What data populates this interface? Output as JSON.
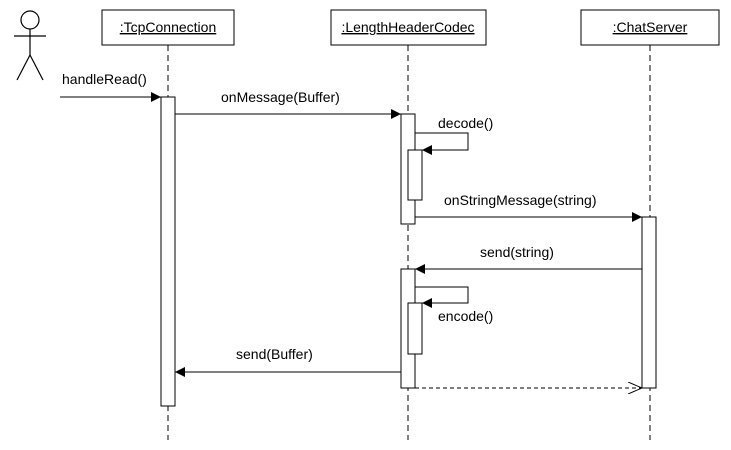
{
  "participants": {
    "actor": {
      "icon": "stick-figure-icon"
    },
    "tcp": ":TcpConnection",
    "codec": ":LengthHeaderCodec",
    "server": ":ChatServer"
  },
  "messages": {
    "handle_read": "handleRead()",
    "on_message": "onMessage(Buffer)",
    "decode": "decode()",
    "on_string_message": "onStringMessage(string)",
    "send_string": "send(string)",
    "encode": "encode()",
    "send_buffer": "send(Buffer)"
  },
  "colors": {
    "line": "#000000",
    "background": "#ffffff"
  }
}
